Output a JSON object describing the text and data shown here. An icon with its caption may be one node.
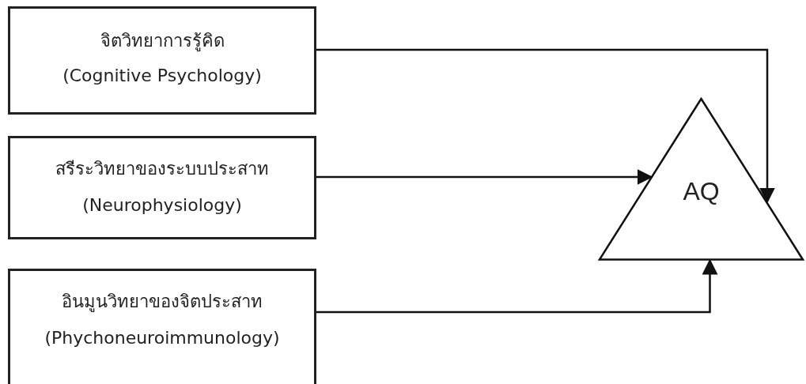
{
  "diagram": {
    "nodes": [
      {
        "text": [
          "จิตวิทยาการรู้คิด",
          "(Cognitive Psychology)"
        ]
      },
      {
        "text": [
          "สรีระวิทยาของระบบประสาท",
          "(Neurophysiology)"
        ]
      },
      {
        "text": [
          "อินมูนวิทยาของจิตประสาท",
          "(Phychoneuroimmunology)"
        ]
      },
      {
        "text": [
          "AQ"
        ]
      }
    ],
    "edges": [
      {
        "from": 0,
        "to": 3,
        "arrow": "to"
      },
      {
        "from": 1,
        "to": 3,
        "arrow": "to"
      },
      {
        "from": 2,
        "to": 3,
        "arrow": "to"
      }
    ]
  }
}
